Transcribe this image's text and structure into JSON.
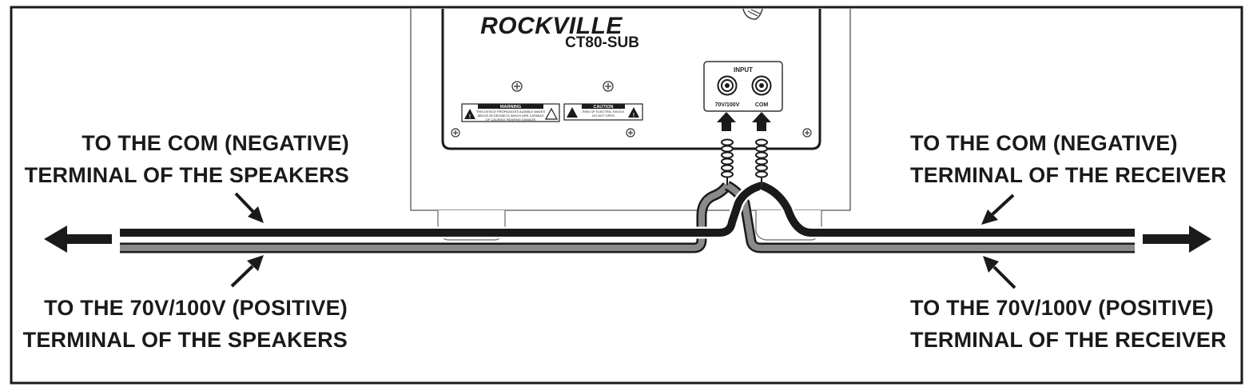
{
  "device": {
    "brand": "ROCKVILLE",
    "model": "CT80-SUB"
  },
  "input_panel": {
    "title": "INPUT",
    "terminal_positive": "70V/100V",
    "terminal_negative": "COM"
  },
  "warning_labels": {
    "warning_title": "WARNING",
    "warning_text_1": "THIS DEVICE PROPAGATES AUDIBLE WAVES",
    "warning_text_2": "ABOVE 85 DECIBELS WHICH ARE CAPABLE",
    "warning_text_3": "OF CAUSING HEARING DAMAGE",
    "caution_title": "CAUTION",
    "caution_text_1": "RISK OF ELECTRIC SHOCK",
    "caution_text_2": "DO NOT OPEN"
  },
  "labels": {
    "left_top_line1": "TO THE COM (NEGATIVE)",
    "left_top_line2": "TERMINAL OF THE SPEAKERS",
    "left_bottom_line1": "TO THE 70V/100V (POSITIVE)",
    "left_bottom_line2": "TERMINAL OF THE SPEAKERS",
    "right_top_line1": "TO THE COM (NEGATIVE)",
    "right_top_line2": "TERMINAL OF THE RECEIVER",
    "right_bottom_line1": "TO THE 70V/100V (POSITIVE)",
    "right_bottom_line2": "TERMINAL OF THE RECEIVER"
  },
  "colors": {
    "negative_wire": "#1a1a1a",
    "positive_wire": "#8a8a8a",
    "frame": "#1a1a1a"
  }
}
